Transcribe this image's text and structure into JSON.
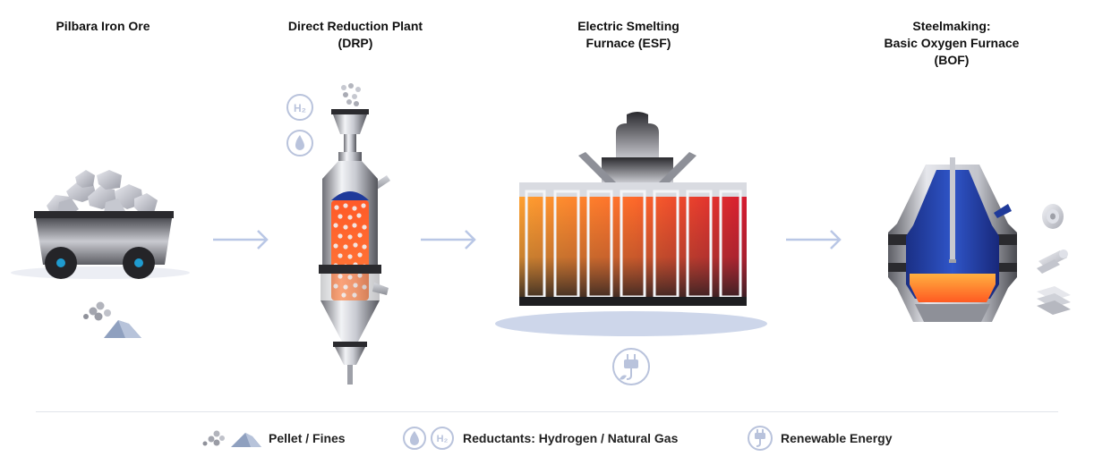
{
  "stages": [
    {
      "title_lines": [
        "Pilbara Iron Ore"
      ]
    },
    {
      "title_lines": [
        "Direct Reduction Plant",
        "(DRP)"
      ]
    },
    {
      "title_lines": [
        "Electric Smelting",
        "Furnace (ESF)"
      ]
    },
    {
      "title_lines": [
        "Steelmaking:",
        "Basic Oxygen Furnace",
        "(BOF)"
      ]
    }
  ],
  "legend": [
    {
      "label": "Pellet / Fines",
      "icons": [
        "pellet-icon",
        "fines-icon"
      ]
    },
    {
      "label": "Reductants: Hydrogen / Natural Gas",
      "icons": [
        "natural-gas-icon",
        "hydrogen-icon"
      ]
    },
    {
      "label": "Renewable Energy",
      "icons": [
        "renewable-energy-plug-icon"
      ]
    }
  ],
  "icon_text": {
    "hydrogen": "H₂"
  },
  "colors": {
    "arrow": "#b9c7e6",
    "icon_outline": "#b9c3dc",
    "steel_dark": "#2a2a2e",
    "hot_orange": "#ff7a2a",
    "hot_red": "#d81f2e",
    "bof_blue": "#1f3a9a",
    "legend_text": "#222222"
  }
}
